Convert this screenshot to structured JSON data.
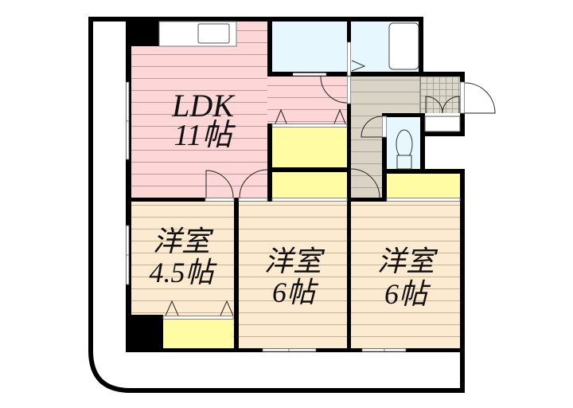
{
  "floor_plan": {
    "rooms": [
      {
        "id": "ldk",
        "name": "LDK",
        "size": "11帖"
      },
      {
        "id": "western-room-1",
        "name": "洋室",
        "size": "4.5帖"
      },
      {
        "id": "western-room-2",
        "name": "洋室",
        "size": "6帖"
      },
      {
        "id": "western-room-3",
        "name": "洋室",
        "size": "6帖"
      }
    ],
    "fixtures": [
      "kitchen-counter-icon",
      "sink-icon",
      "bathtub-icon",
      "toilet-icon",
      "shoe-cabinet-icon",
      "closet-icon",
      "door-swing-icon",
      "window-icon"
    ]
  },
  "colors": {
    "ldk": "#fdd6d7",
    "western_room": "#fdebd1",
    "hallway": "#d9d4c6",
    "wet_area": "#e6f8fd",
    "closet": "#fffca4",
    "wall": "#000000"
  }
}
